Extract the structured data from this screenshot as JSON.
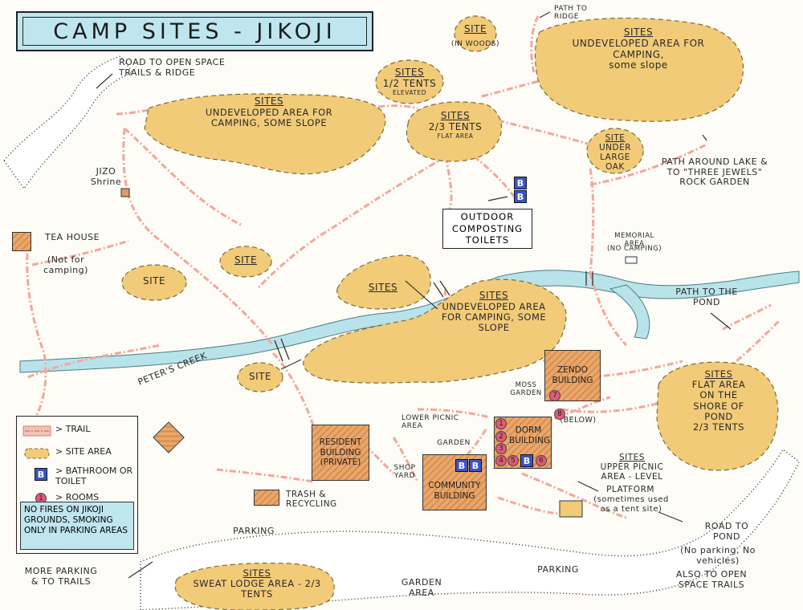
{
  "title": "CAMP SITES  -  JIKOJI",
  "colors": {
    "site_fill": "#f2cb78",
    "site_stroke": "#7a6a3a",
    "trail": "#f0a89a",
    "water": "#b9e3ea",
    "road_fill": "#ffffff",
    "building": "#e29a5e",
    "bathroom": "#3a55c9",
    "room": "#e25a78",
    "legend_note_bg": "#bfe6ee"
  },
  "sites": {
    "upper_left": {
      "heading": "SITES",
      "text": "UNDEVELOPED AREA FOR CAMPING, SOME SLOPE"
    },
    "half_tents": {
      "heading": "SITES",
      "line1": "1/2 TENTS",
      "line2": "ELEVATED"
    },
    "flat_area_top": {
      "heading": "SITES",
      "line1": "2/3 TENTS",
      "line2": "FLAT AREA"
    },
    "in_woods": {
      "heading": "SITE",
      "note": "(IN WOODS)"
    },
    "upper_right": {
      "heading": "SITES",
      "text": "UNDEVELOPED AREA FOR CAMPING,",
      "note": "some slope"
    },
    "under_oak": {
      "heading": "SITE",
      "text": "UNDER LARGE OAK"
    },
    "middle_small": {
      "heading": "SITE"
    },
    "left_small": {
      "heading": "SITE"
    },
    "creek_west": {
      "heading": "SITES"
    },
    "center": {
      "heading": "SITES",
      "text": "UNDEVELOPED AREA FOR CAMPING, SOME SLOPE"
    },
    "creek_small": {
      "heading": "SITE"
    },
    "pond_shore": {
      "heading": "SITES",
      "line1": "FLAT AREA",
      "line2": "on the",
      "line3": "shore of",
      "line4": "POND",
      "line5": "2/3 TENTS"
    },
    "sweat_lodge": {
      "heading": "SITES",
      "text": "SWEAT LODGE AREA - 2/3 TENTS"
    },
    "upper_picnic": {
      "heading": "SITES",
      "text": "UPPER PICNIC AREA - LEVEL"
    }
  },
  "labels": {
    "road_to_open_space": "ROAD TO OPEN SPACE TRAILS & RIDGE",
    "path_to_ridge": "PATH TO RIDGE",
    "jizo_shrine": "JIZO Shrine",
    "tea_house": "TEA HOUSE",
    "tea_house_note": "(Not for camping)",
    "outdoor_toilets": "OUTDOOR COMPOSTING TOILETS",
    "path_around_lake": "PATH AROUND LAKE & TO \"THREE JEWELS\" ROCK GARDEN",
    "memorial_area": "MEMORIAL AREA",
    "memorial_note": "(NO CAMPING)",
    "path_to_pond": "PATH TO THE POND",
    "peters_creek": "PETER'S CREEK",
    "moss_garden": "MOSS GARDEN",
    "lower_picnic": "LOWER PICNIC AREA",
    "garden": "GARDEN",
    "shop_yard": "SHOP YARD",
    "below": "(BELOW)",
    "platform": "PLATFORM",
    "platform_note": "(sometimes used as a tent site)",
    "trash": "TRASH & RECYCLING",
    "parking_left": "PARKING",
    "parking_right": "PARKING",
    "more_parking": "MORE PARKING & TO TRAILS",
    "garden_area": "GARDEN AREA",
    "road_to_pond": "ROAD TO POND",
    "road_to_pond_note": "(No parking, No vehicles)",
    "also_open_space": "ALSO TO OPEN SPACE TRAILS"
  },
  "buildings": {
    "zendo": "ZENDO BUILDING",
    "dorm": "DORM BUILDING",
    "resident": "RESIDENT BUILDING (PRIVATE)",
    "community": "COMMUNITY BUILDING"
  },
  "markers": {
    "bath": "B",
    "rooms": [
      "1",
      "2",
      "3",
      "4",
      "5",
      "6",
      "7",
      "8"
    ]
  },
  "legend": {
    "trail": "> TRAIL",
    "site_area": "> SITE AREA",
    "bathroom": "> BATHROOM OR TOILET",
    "rooms": "> ROOMS",
    "note": "NO FIRES ON JIKOJI GROUNDS, SMOKING ONLY IN PARKING AREAS"
  }
}
